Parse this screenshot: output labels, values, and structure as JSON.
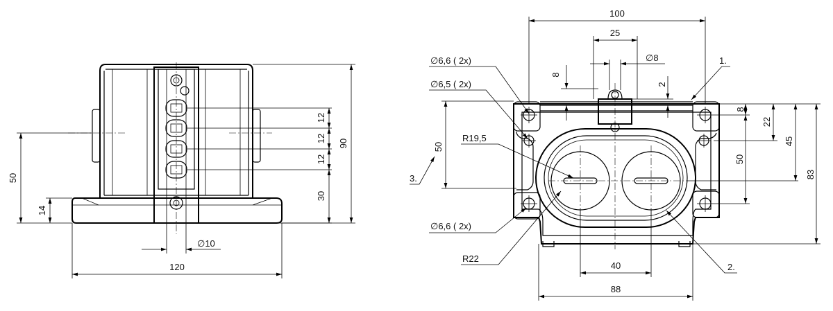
{
  "views": {
    "side": {
      "dims": {
        "overall_width": "120",
        "pin_diameter": "∅10",
        "height_total": "90",
        "height_lower": "30",
        "pitch_1": "12",
        "pitch_2": "12",
        "pitch_3": "12",
        "height_50": "50",
        "height_14": "14"
      }
    },
    "front": {
      "dims": {
        "width_100": "100",
        "width_25": "25",
        "diameter_8": "∅8",
        "dim_8_top": "8",
        "dim_2": "2",
        "dim_8_right": "8",
        "dim_22": "22",
        "dim_45": "45",
        "dim_50_right": "50",
        "dim_83": "83",
        "dim_50_left": "50",
        "dim_40": "40",
        "dim_88": "88",
        "r19_5": "R19,5",
        "r22": "R22"
      },
      "callouts": {
        "hole_66_top": "∅6,6 ( 2x)",
        "hole_65": "∅6,5 ( 2x)",
        "hole_66_bottom": "∅6,6 ( 2x)",
        "item_1": "1.",
        "item_2": "2.",
        "item_3": "3."
      }
    }
  }
}
